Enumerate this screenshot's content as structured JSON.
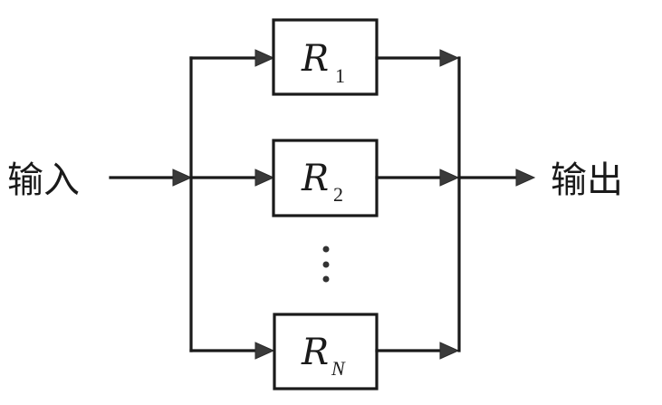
{
  "diagram": {
    "type": "parallel-block-diagram",
    "input_label": "输入",
    "output_label": "输出",
    "blocks": [
      {
        "id": "r1",
        "symbol": "R",
        "subscript": "1",
        "subscript_italic": false
      },
      {
        "id": "r2",
        "symbol": "R",
        "subscript": "2",
        "subscript_italic": false
      },
      {
        "id": "rn",
        "symbol": "R",
        "subscript": "N",
        "subscript_italic": true
      }
    ],
    "ellipsis": "⋮",
    "edges": [
      {
        "from": "input",
        "to": "split"
      },
      {
        "from": "split",
        "to": "r1"
      },
      {
        "from": "split",
        "to": "r2"
      },
      {
        "from": "split",
        "to": "rn"
      },
      {
        "from": "r1",
        "to": "join"
      },
      {
        "from": "r2",
        "to": "join"
      },
      {
        "from": "rn",
        "to": "join"
      },
      {
        "from": "join",
        "to": "output"
      }
    ],
    "colors": {
      "line": "#1a1a1a",
      "arrow": "#3a3a3a",
      "background": "#ffffff"
    }
  }
}
